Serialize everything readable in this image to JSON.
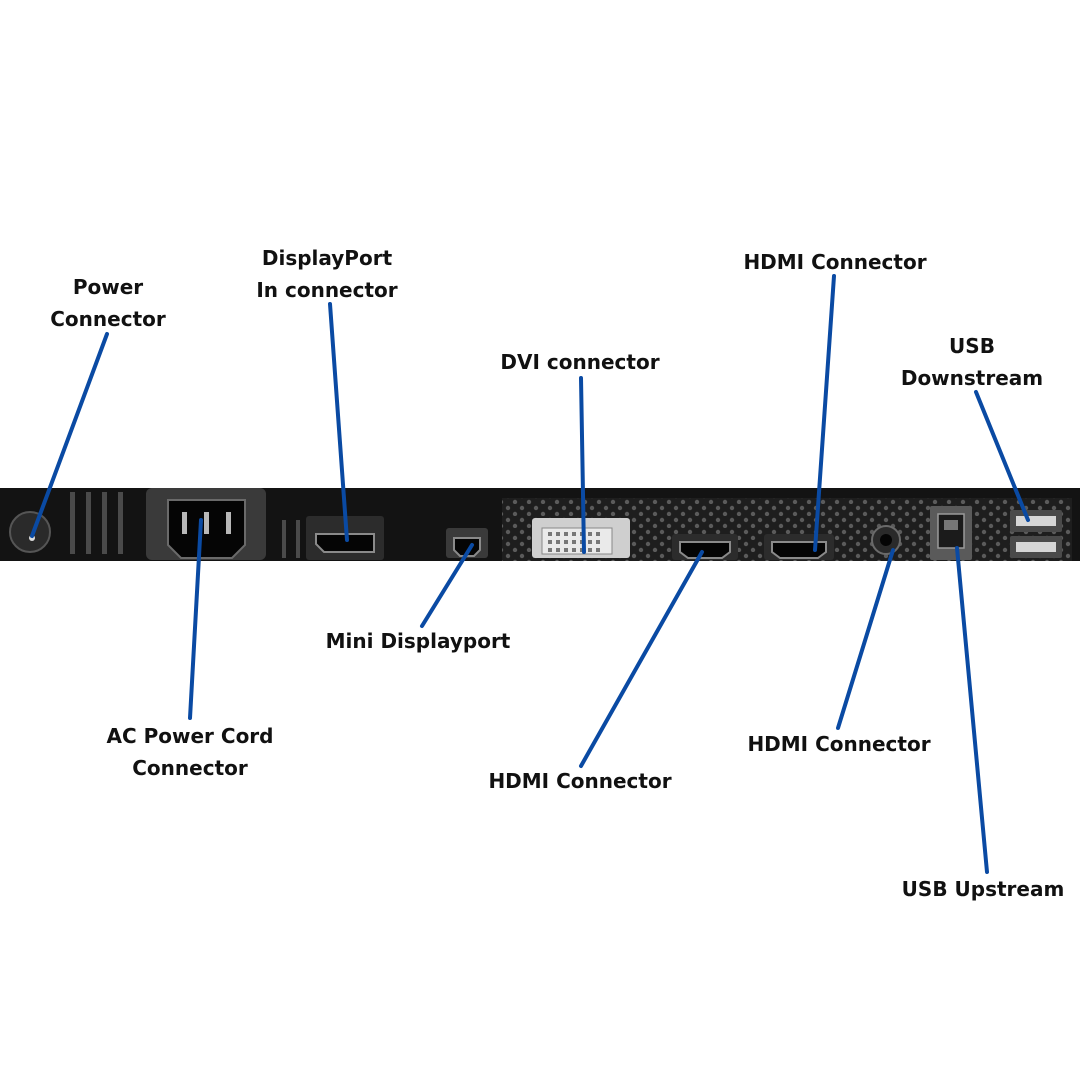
{
  "colors": {
    "leader_line": "#0a4aa3",
    "panel": "#131313",
    "label_text": "#111111"
  },
  "labels": {
    "power_connector": [
      "Power",
      "Connector"
    ],
    "displayport_in": [
      "DisplayPort",
      "In connector"
    ],
    "dvi": [
      "DVI connector"
    ],
    "hdmi_top": [
      "HDMI Connector"
    ],
    "usb_downstream": [
      "USB",
      "Downstream"
    ],
    "mini_displayport": [
      "Mini Displayport"
    ],
    "ac_power_cord": [
      "AC Power Cord",
      "Connector"
    ],
    "hdmi_bottom_middle": [
      "HDMI Connector"
    ],
    "hdmi_bottom_right": [
      "HDMI Connector"
    ],
    "usb_upstream": [
      "USB Upstream"
    ]
  }
}
